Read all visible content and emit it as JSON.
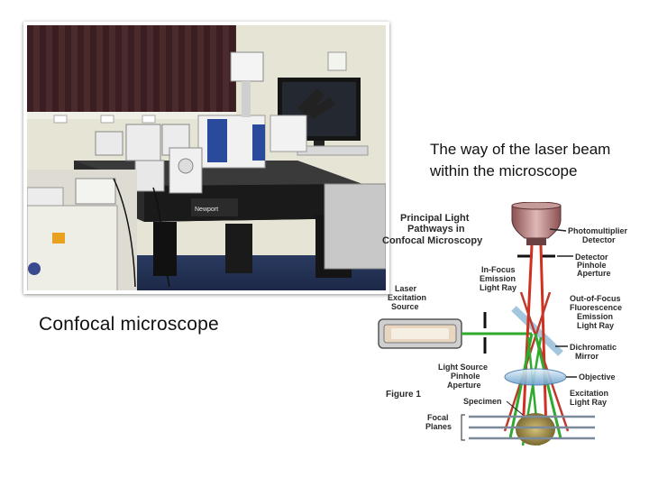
{
  "photo": {
    "caption": "Confocal microscope",
    "equipment_label": "Newport"
  },
  "diagram": {
    "caption_line1": "The way of the laser beam",
    "caption_line2": "within the microscope",
    "title_lines": [
      "Principal Light",
      "Pathways in",
      "Confocal Microscopy"
    ],
    "labels": {
      "photomultiplier": [
        "Photomultiplier",
        "Detector"
      ],
      "detector_pinhole": [
        "Detector",
        "Pinhole",
        "Aperture"
      ],
      "in_focus": [
        "In-Focus",
        "Emission",
        "Light Ray"
      ],
      "laser": [
        "Laser",
        "Excitation",
        "Source"
      ],
      "out_of_focus": [
        "Out-of-Focus",
        "Fluorescence",
        "Emission",
        "Light Ray"
      ],
      "dichromatic": [
        "Dichromatic",
        "Mirror"
      ],
      "light_source_pinhole": [
        "Light Source",
        "Pinhole",
        "Aperture"
      ],
      "objective": "Objective",
      "figure": "Figure 1",
      "specimen": "Specimen",
      "excitation": [
        "Excitation",
        "Light Ray"
      ],
      "focal_planes": [
        "Focal",
        "Planes"
      ]
    },
    "colors": {
      "excitation_ray": "#2eaa2e",
      "in_focus_ray": "#d03020",
      "out_of_focus_ray": "#c0392b",
      "dichroic_mirror": "#8fb8d8",
      "detector_body": "#b88080"
    }
  }
}
